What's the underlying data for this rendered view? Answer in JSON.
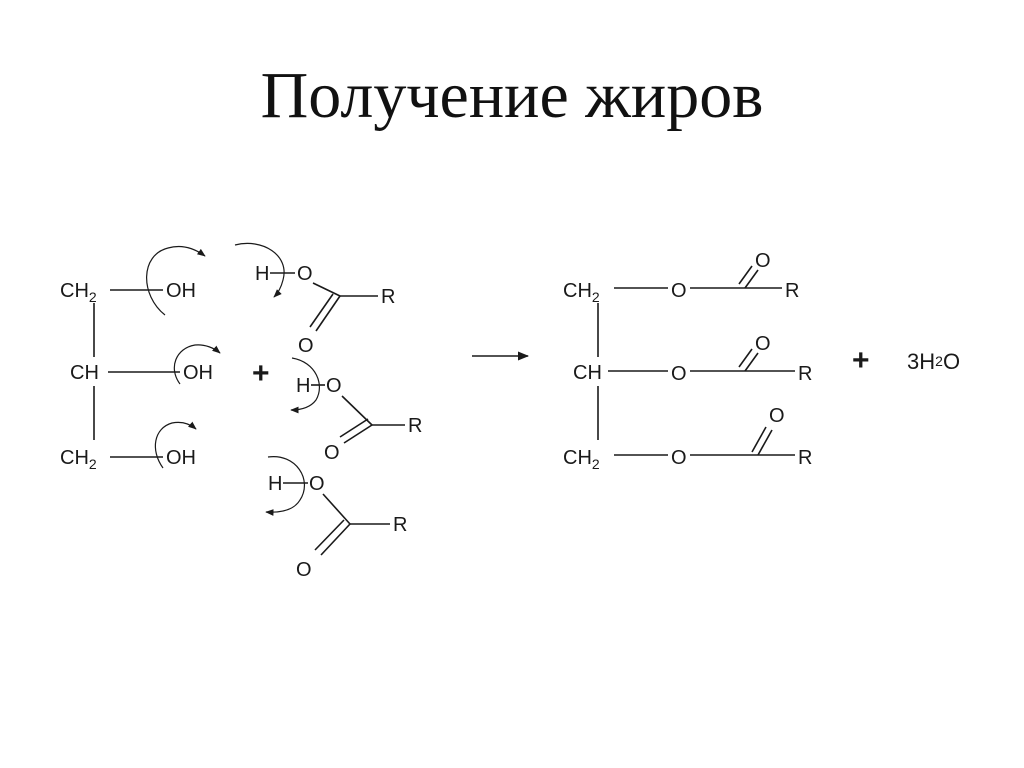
{
  "title": "Получение жиров",
  "glycerol": {
    "ch2_top": "CH",
    "ch2_top_sub": "2",
    "ch": "CH",
    "ch2_bottom": "CH",
    "ch2_bottom_sub": "2",
    "oh_1": "OH",
    "oh_2": "OH",
    "oh_3": "OH"
  },
  "acids": [
    {
      "h": "H",
      "o": "O",
      "o_double": "O",
      "r": "R"
    },
    {
      "h": "H",
      "o": "O",
      "o_double": "O",
      "r": "R"
    },
    {
      "h": "H",
      "o": "O",
      "o_double": "O",
      "r": "R"
    }
  ],
  "plus_1": "+",
  "plus_2": "+",
  "product": {
    "ch2_top": "CH",
    "ch2_top_sub": "2",
    "ch": "CH",
    "ch2_bottom": "CH",
    "ch2_bottom_sub": "2",
    "esters": [
      {
        "o": "O",
        "o_double": "O",
        "r": "R"
      },
      {
        "o": "O",
        "o_double": "O",
        "r": "R"
      },
      {
        "o": "O",
        "o_double": "O",
        "r": "R"
      }
    ]
  },
  "water": {
    "coef": "3",
    "h": "H",
    "sub": "2",
    "o": "O"
  }
}
